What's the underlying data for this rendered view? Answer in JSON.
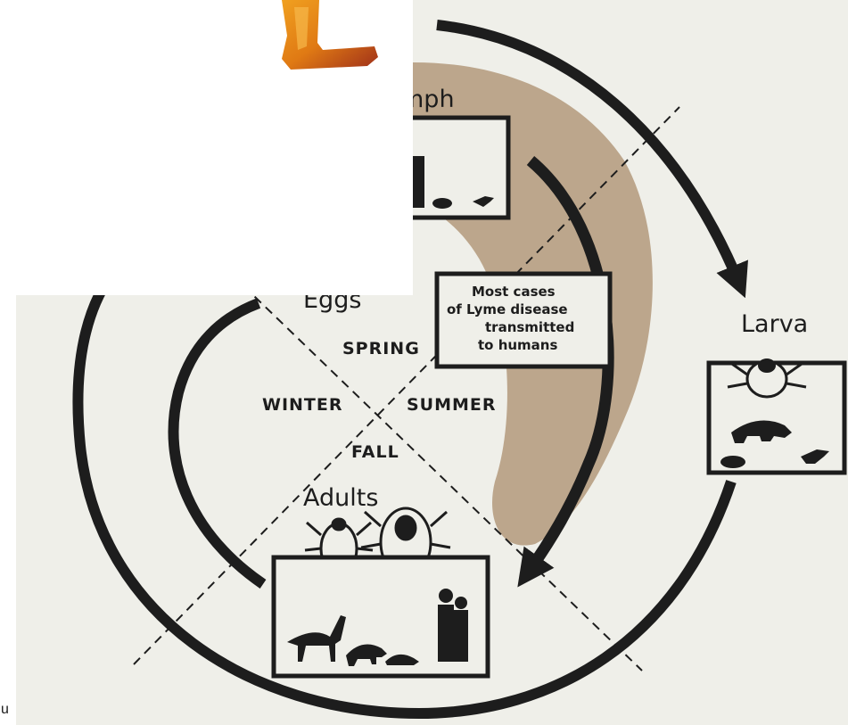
{
  "diagram": {
    "stages": {
      "nymph": "mph",
      "eggs": "Eggs",
      "larva": "Larva",
      "adults": "Adults"
    },
    "seasons": {
      "spring": "SPRING",
      "summer": "SUMMER",
      "fall": "FALL",
      "winter": "WINTER"
    },
    "note_lines": [
      "Most cases",
      "of Lyme disease",
      "transmitted",
      "to humans"
    ],
    "margin_mark": "u"
  },
  "colors": {
    "paper": "#efefe9",
    "ink": "#1d1d1d",
    "shaded_band": "#bca68c",
    "logo_orange": "#e88a10",
    "logo_dark": "#a3331c"
  },
  "icons": [
    "tick-icon",
    "deer-icon",
    "mouse-icon",
    "bird-icon",
    "raccoon-icon",
    "human-icon",
    "logo-l-icon"
  ]
}
